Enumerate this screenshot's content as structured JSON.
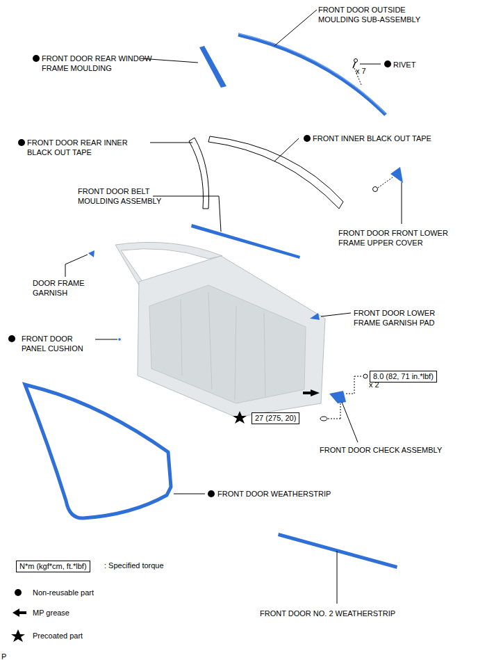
{
  "diagram": {
    "nodes": [
      {
        "text": [
          "8.0 (82, 71 in.*lbf)"
        ]
      },
      {
        "text": [
          "27 (275, 20)"
        ]
      },
      {
        "text": [
          "N*m (kgf*cm, ft.*lbf)"
        ]
      }
    ],
    "labels": [
      "FRONT DOOR OUTSIDE MOULDING SUB-ASSEMBLY",
      "RIVET",
      "x 7",
      "FRONT DOOR REAR WINDOW FRAME MOULDING",
      "FRONT DOOR REAR INNER BLACK OUT TAPE",
      "FRONT INNER BLACK OUT TAPE",
      "FRONT DOOR BELT MOULDING ASSEMBLY",
      "FRONT DOOR FRONT LOWER FRAME UPPER COVER",
      "DOOR FRAME GARNISH",
      "FRONT DOOR LOWER FRAME GARNISH PAD",
      "FRONT DOOR PANEL CUSHION",
      "x 2",
      "FRONT DOOR CHECK ASSEMBLY",
      "FRONT DOOR WEATHERSTRIP",
      "FRONT DOOR NO. 2 WEATHERSTRIP",
      "P"
    ],
    "legend": [
      {
        "text": ": Specified torque"
      },
      {
        "text": "Non-reusable part"
      },
      {
        "text": "MP grease"
      },
      {
        "text": "Precoated part"
      }
    ]
  }
}
